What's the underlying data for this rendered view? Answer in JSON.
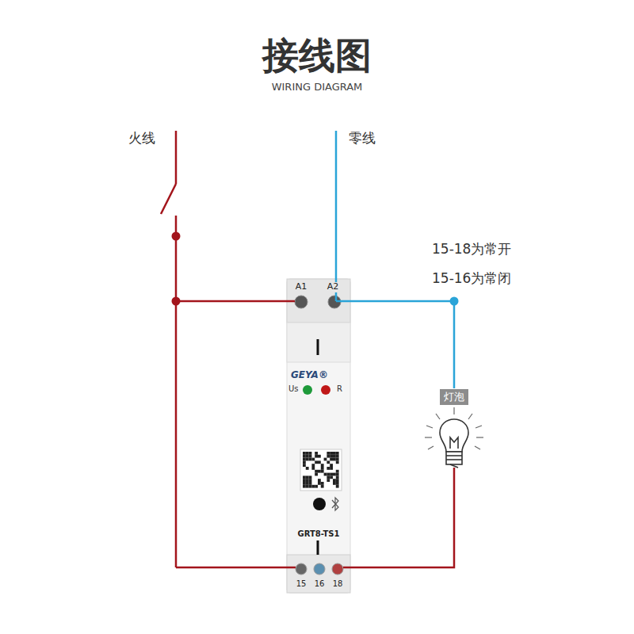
{
  "diagram": {
    "title": "接线图",
    "nodes": [
      {
        "text": [
          "灯泡"
        ]
      }
    ],
    "labels": [
      "WIRING DIAGRAM",
      "火线",
      "零线",
      "15-18为常开",
      "15-16为常闭",
      "A1",
      "A2",
      "GEYA®",
      "Us",
      "R",
      "GRT8-TS1",
      "15",
      "16",
      "18"
    ]
  }
}
